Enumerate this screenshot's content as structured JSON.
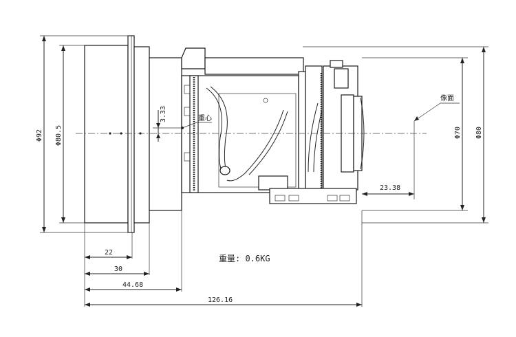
{
  "dimensions": {
    "dia_92": "Φ92",
    "dia_80_5": "Φ80.5",
    "dia_70": "Φ70",
    "dia_80": "Φ80",
    "offset_3_33": "3.33",
    "focal_23_38": "23.38",
    "len_22": "22",
    "len_30": "30",
    "len_44_68": "44.68",
    "len_126_16": "126.16"
  },
  "labels": {
    "center_of_gravity": "重心",
    "image_plane": "像面",
    "weight": "重量: 0.6KG"
  }
}
